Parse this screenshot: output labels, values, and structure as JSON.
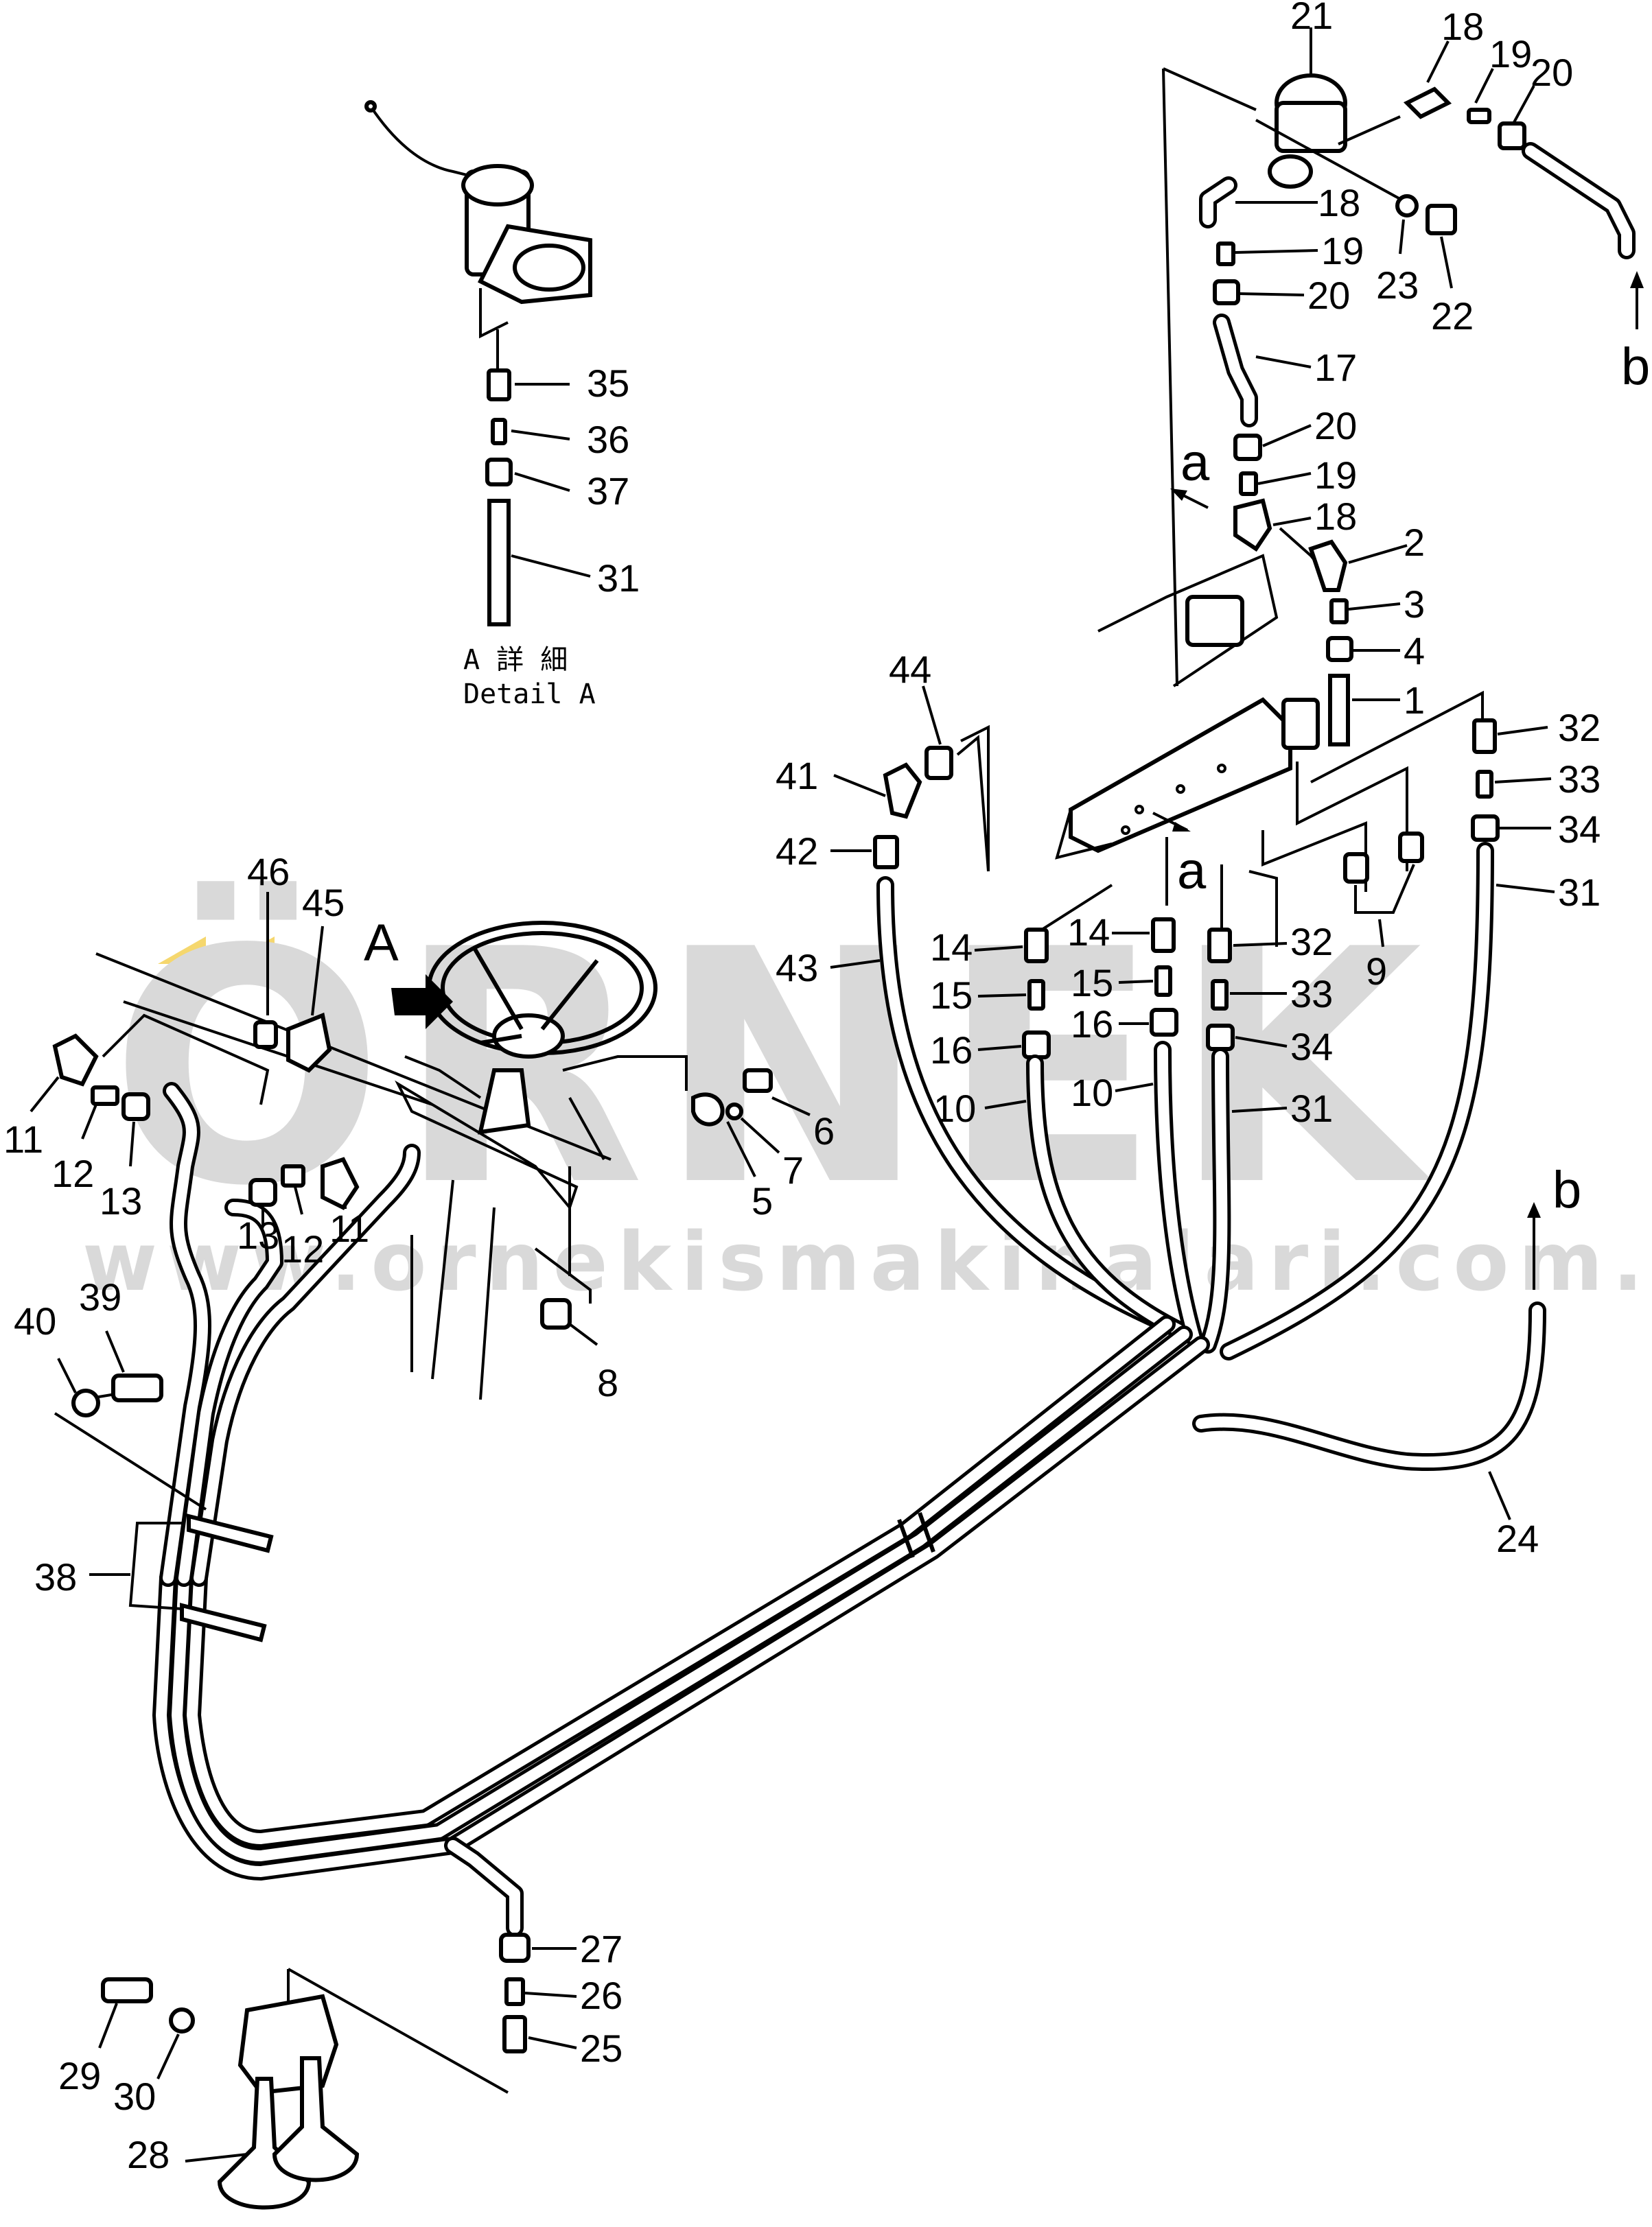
{
  "watermark": {
    "brand": "ÖRNEK",
    "site": "www.ornekismakinalari.com.tr",
    "accent_color": "#f5d76e",
    "text_color": "#d9d9d9"
  },
  "detail": {
    "label_jp": "A 詳 細",
    "label_en": "Detail A"
  },
  "view_markers": {
    "A": "A",
    "a1": "a",
    "a2": "a",
    "b1": "b",
    "b2": "b"
  },
  "callouts": {
    "p1": "1",
    "p2": "2",
    "p3": "3",
    "p4": "4",
    "p5": "5",
    "p6": "6",
    "p7": "7",
    "p8": "8",
    "p9": "9",
    "p10a": "10",
    "p10b": "10",
    "p11a": "11",
    "p11b": "11",
    "p12a": "12",
    "p12b": "12",
    "p13a": "13",
    "p13b": "13",
    "p14a": "14",
    "p14b": "14",
    "p15a": "15",
    "p15b": "15",
    "p16a": "16",
    "p16b": "16",
    "p17": "17",
    "p18a": "18",
    "p18b": "18",
    "p18c": "18",
    "p19a": "19",
    "p19b": "19",
    "p19c": "19",
    "p20a": "20",
    "p20b": "20",
    "p20c": "20",
    "p21": "21",
    "p22": "22",
    "p23": "23",
    "p24": "24",
    "p25": "25",
    "p26": "26",
    "p27": "27",
    "p28": "28",
    "p29": "29",
    "p30": "30",
    "p31a": "31",
    "p31b": "31",
    "p31c": "31",
    "p32a": "32",
    "p32b": "32",
    "p33a": "33",
    "p33b": "33",
    "p34a": "34",
    "p34b": "34",
    "p35": "35",
    "p36": "36",
    "p37": "37",
    "p38": "38",
    "p39": "39",
    "p40": "40",
    "p41": "41",
    "p42": "42",
    "p43": "43",
    "p44": "44",
    "p45": "45",
    "p46": "46"
  }
}
